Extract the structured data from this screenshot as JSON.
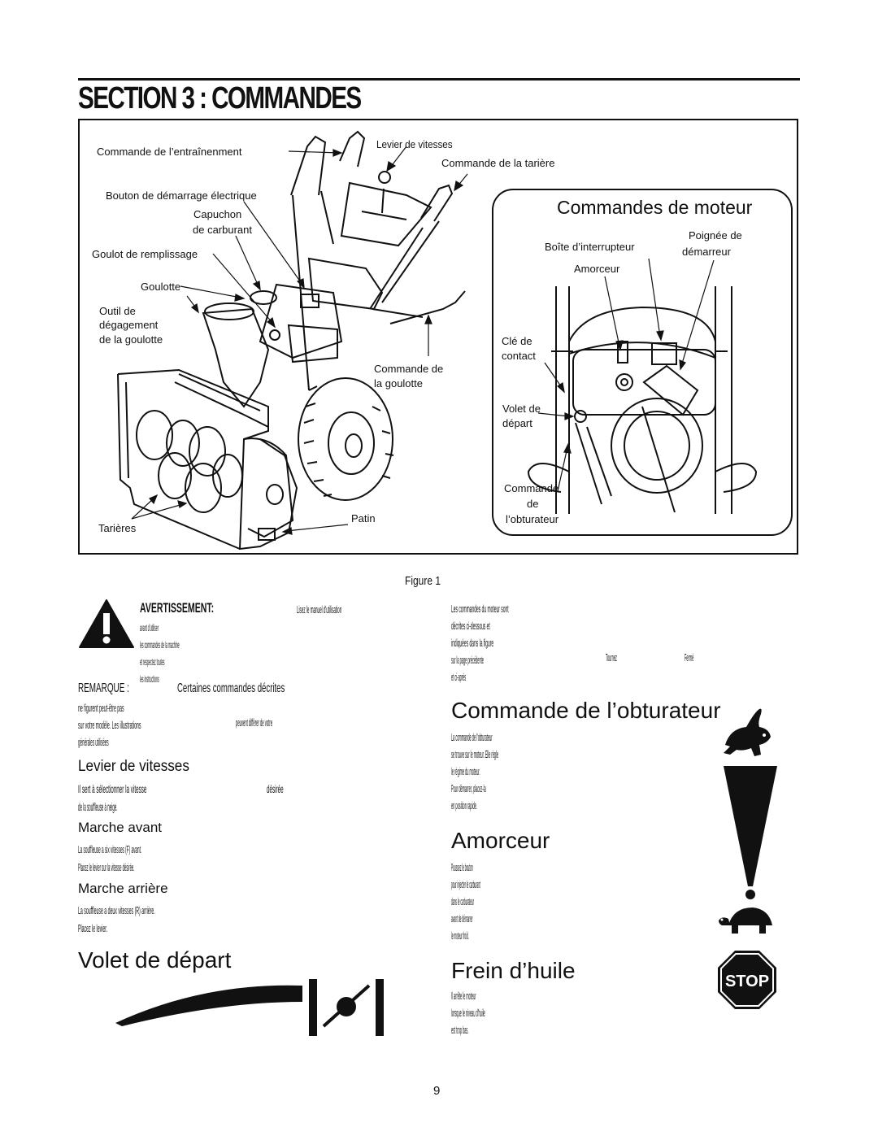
{
  "page": {
    "title": "SECTION 3 : COMMANDES",
    "page_number": "9"
  },
  "figure": {
    "caption": "Figure 1",
    "labels": {
      "commande_entrainement": "Commande de l’entraînenment",
      "levier_vitesses": "Levier de vitesses",
      "commande_tariere": "Commande de la tarière",
      "bouton_demarrage": "Bouton de démarrage électrique",
      "capuchon_1": "Capuchon",
      "capuchon_2": "de carburant",
      "goulot": "Goulot de remplissage",
      "goulotte": "Goulotte",
      "outil_1": "Outil de",
      "outil_2": "dégagement",
      "outil_3": "de la goulotte",
      "cmd_goulotte_1": "Commande de",
      "cmd_goulotte_2": "la goulotte",
      "tarieres": "Tarières",
      "patin": "Patin"
    },
    "engine": {
      "title": "Commandes de moteur",
      "poignee_1": "Poignée de",
      "poignee_2": "démarreur",
      "boite": "Boîte d’interrupteur",
      "amorceur": "Amorceur",
      "cle_1": "Clé de",
      "cle_2": "contact",
      "volet_1": "Volet de",
      "volet_2": "départ",
      "obt_1": "Commande",
      "obt_2": "de",
      "obt_3": "l’obturateur"
    }
  },
  "warning": {
    "heading": "AVERTISSEMENT:",
    "lead": "Lisez le manuel d'utilisation",
    "lines": [
      "avant d’utiliser",
      "les commandes de la machine",
      "et respectez toutes",
      "les instructions"
    ]
  },
  "remarque": {
    "heading": "REMARQUE :",
    "lead": "Certaines commandes décrites",
    "lines": [
      "ne figurent peut-être pas",
      "sur votre modèle. Les illustrations",
      "générales utilisées"
    ],
    "inline_extra": "peuvent différer de votre"
  },
  "right_intro": {
    "lines": [
      "Les commandes du moteur sont",
      "décrites ci-dessous et",
      "indiquées dans la figure",
      "sur la page précédente",
      "et ci-après"
    ],
    "inline_a": "Tournez",
    "inline_b": "Fermé"
  },
  "levier": {
    "heading": "Levier de vitesses",
    "para": "Il sert à sélectionner la vitesse",
    "inline_extra": "désirée",
    "line2": "de la souffleuse à neige."
  },
  "marche_avant": {
    "heading": "Marche avant",
    "lines": [
      "La souffleuse a six vitesses (F) avant.",
      "Placez le levier sur la vitesse désirée."
    ]
  },
  "marche_arriere": {
    "heading": "Marche arrière",
    "lines": [
      "La souffleuse a deux vitesses (R) arrière.",
      "Placez le levier."
    ]
  },
  "volet": {
    "heading": "Volet de départ"
  },
  "obturateur": {
    "heading": "Commande de l’obturateur",
    "lines": [
      "La commande de l'obturateur",
      "se trouve sur le moteur. Elle règle",
      "le régime du moteur.",
      "Pour démarrer, placez-la",
      "en position rapide."
    ]
  },
  "amorceur": {
    "heading": "Amorceur",
    "lines": [
      "Poussez le bouton",
      "pour injecter le carburant",
      "dans le carburateur",
      "avant de démarrer",
      "le moteur froid."
    ]
  },
  "frein": {
    "heading": "Frein d’huile",
    "lines": [
      "Il arrête le moteur",
      "lorsque le niveau d'huile",
      "est trop bas."
    ]
  },
  "icons": {
    "stop_sign": "STOP"
  }
}
